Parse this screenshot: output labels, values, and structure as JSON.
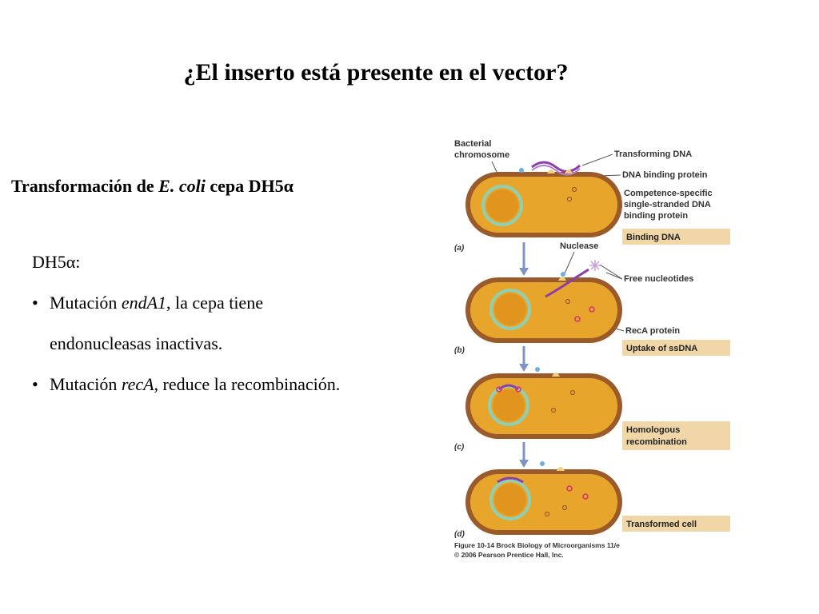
{
  "title": "¿El inserto está presente en el vector?",
  "subtitle": {
    "prefix": "Transformación de ",
    "species": "E. coli",
    "suffix": " cepa DH5α"
  },
  "body": {
    "strain_heading": "DH5α:",
    "bullets": [
      {
        "marker": "•",
        "prefix": "Mutación ",
        "gene": "endA1",
        "suffix": ", la cepa tiene endonucleasas inactivas."
      },
      {
        "marker": "•",
        "prefix": "Mutación ",
        "gene": "recA,",
        "suffix": " reduce la recombinación."
      }
    ]
  },
  "figure": {
    "labels": {
      "bacterial_chromosome_1": "Bacterial",
      "bacterial_chromosome_2": "chromosome",
      "transforming_dna": "Transforming DNA",
      "dna_binding_protein": "DNA binding protein",
      "competence_1": "Competence-specific",
      "competence_2": "single-stranded DNA",
      "competence_3": "binding protein",
      "nuclease": "Nuclease",
      "free_nucleotides": "Free nucleotides",
      "reca_protein": "RecA protein"
    },
    "steps": [
      {
        "panel": "(a)",
        "box": [
          "Binding DNA"
        ]
      },
      {
        "panel": "(b)",
        "box": [
          "Uptake of ssDNA"
        ]
      },
      {
        "panel": "(c)",
        "box": [
          "Homologous",
          "recombination"
        ]
      },
      {
        "panel": "(d)",
        "box": [
          "Transformed cell"
        ]
      }
    ],
    "caption_1": "Figure 10-14 Brock Biology of Microorganisms 11/e",
    "caption_2": "© 2006 Pearson Prentice Hall, Inc.",
    "colors": {
      "cell_wall": "#9a5a2a",
      "cytoplasm": "#e8a52c",
      "chromosome_ring": "#8fd0b4",
      "dna_purple": "#8b3fa8",
      "arrow_blue": "#7f95c8",
      "label_box": "#f1d7a8",
      "reca_pink": "#d9346e"
    }
  }
}
